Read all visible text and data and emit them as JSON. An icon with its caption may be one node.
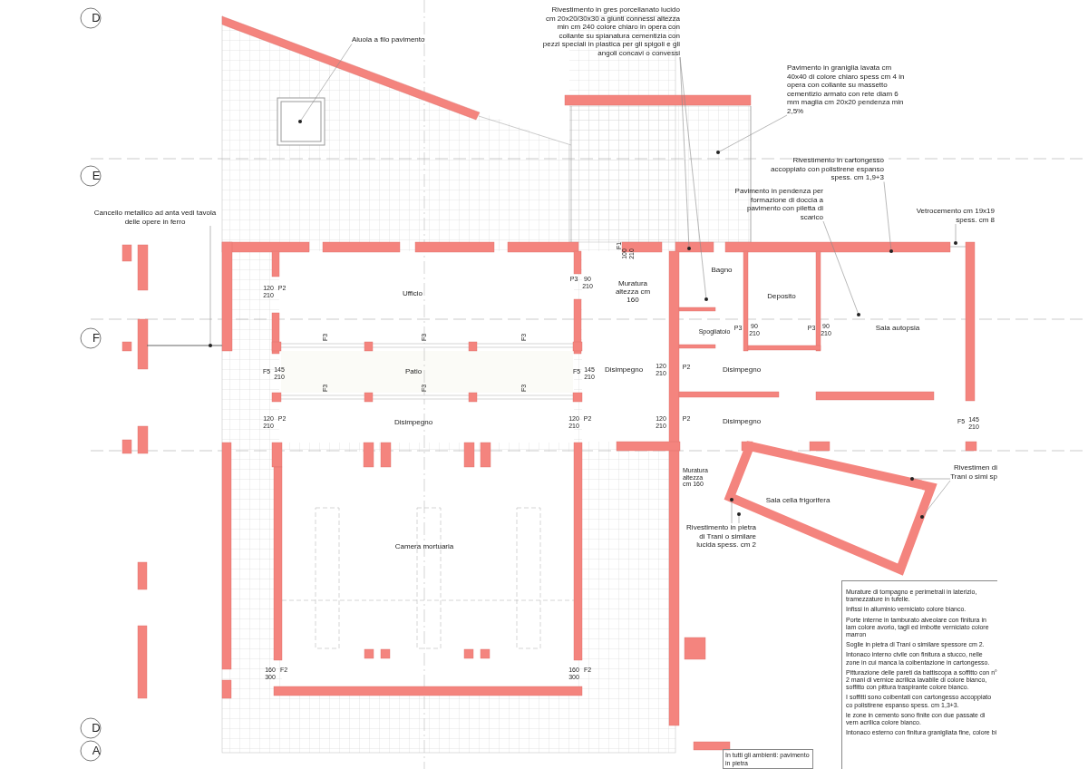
{
  "diagram": {
    "nodes": [
      {
        "text": [
          "Aiuola a filo pavimento"
        ]
      },
      {
        "text": [
          "Cancello metallico ad anta vedi tavola delle opere in ferro"
        ]
      },
      {
        "text": [
          "Rivestimento in gres porcellanato lucido cm 20x20/30x30 a giunti connessi altezza min cm 240 colore chiaro in opera con collante su spianatura cementizia con pezzi speciali in plastica per gli spigoli e gli angoli concavi o convessi"
        ]
      },
      {
        "text": [
          "Pavimento in graniglia lavata cm 40x40 di colore chiaro spess cm 4 in opera con collante su massetto cementizio armato con rete diam 6 mm maglia cm 20x20 pendenza min 2,5%"
        ]
      },
      {
        "text": [
          "Rivestimento in cartongesso accoppiato con polistirene espanso spess. cm 1,9+3"
        ]
      },
      {
        "text": [
          "Pavimento in pendenza per formazione di doccia a pavimento con piletta di scarico"
        ]
      },
      {
        "text": [
          "Vetrocemento cm 19x19 spess. cm 8"
        ]
      },
      {
        "text": [
          "Rivestimento in pietra di Trani o similare lucida spess. cm 2"
        ]
      },
      {
        "text": [
          "Rivestimen di Trani o simi sp"
        ]
      },
      {
        "text": [
          "Murature di tompagno e perimetrali in laterizio, tramezzature in tufelle.",
          "Infissi in alluminio verniciato colore bianco.",
          "Porte interne in tamburato alveolare con finitura in lam colore avorio, tagli ed imbotte verniciato colore marron",
          "Soglie in pietra di Trani o similare spessore cm 2.",
          "Intonaco interno civile con finitura a stucco, nelle zone in cui manca la coibentazione in cartongesso.",
          "Pitturazione delle pareti da battiscopa a soffitto con n° 2 mani di vernice acrilica lavabile di colore bianco, soffitto con pittura traspirante colore bianco.",
          "I soffitti sono coibentati con cartongesso accoppiato co polistirene espanso spess. cm 1,3+3.",
          "le zone in cemento sono finite con due passate di vern acrilica colore bianco.",
          "Intonaco esterno con finitura granigliata fine, colore bi"
        ]
      },
      {
        "text": [
          "In tutti gli ambienti: pavimento in pietra"
        ]
      }
    ],
    "edges": [
      {
        "from": 0,
        "to": null,
        "arrow": "other"
      },
      {
        "from": 1,
        "to": null,
        "arrow": "other"
      },
      {
        "from": 2,
        "to": null,
        "arrow": "other"
      },
      {
        "from": 2,
        "to": null,
        "arrow": "other"
      },
      {
        "from": 3,
        "to": null,
        "arrow": "other"
      },
      {
        "from": 4,
        "to": null,
        "arrow": "other"
      },
      {
        "from": 5,
        "to": null,
        "arrow": "other"
      },
      {
        "from": 6,
        "to": null,
        "arrow": "other"
      },
      {
        "from": 7,
        "to": null,
        "arrow": "other"
      },
      {
        "from": 7,
        "to": null,
        "arrow": "other"
      },
      {
        "from": 8,
        "to": null,
        "arrow": "other"
      },
      {
        "from": 8,
        "to": null,
        "arrow": "other"
      }
    ],
    "labels": [
      "D",
      "E",
      "F1",
      "100 210",
      "120 210",
      "P2",
      "P3",
      "90 210",
      "Muratura altezza cm 160",
      "Bagno",
      "Ufficio",
      "Deposito",
      "Spogliatoio",
      "P3",
      "90 210",
      "P3",
      "90 210",
      "Sala autopsia",
      "F",
      "F3",
      "F3",
      "F3",
      "F5",
      "145 210",
      "Patio",
      "F5",
      "145 210",
      "Disimpegno",
      "120 210",
      "P2",
      "Disimpegno",
      "F3",
      "F3",
      "F3",
      "120 210",
      "P2",
      "Disimpegno",
      "120 210",
      "P2",
      "120 210",
      "P2",
      "Disimpegno",
      "F5",
      "145 210",
      "Muratura altezza cm 160",
      "Sala cella frigorifera",
      "Camera mortuaria",
      "160 300",
      "F2",
      "160 300",
      "F2",
      "D",
      "A"
    ]
  }
}
